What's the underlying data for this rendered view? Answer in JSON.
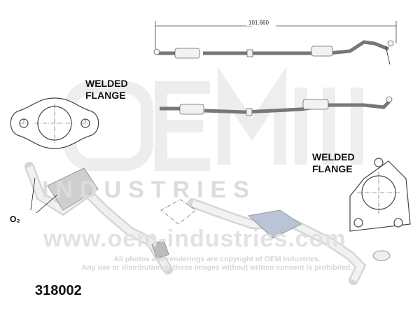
{
  "dimension": "101.660",
  "flange_left_label": [
    "WELDED",
    "FLANGE"
  ],
  "flange_right_label": [
    "WELDED",
    "FLANGE"
  ],
  "o2_label": "O₂",
  "part_number": "318002",
  "watermark": {
    "logo": "OEM INDUSTRIES",
    "url": "www.oem-industries.com",
    "copyright_line1": "All photos and renderings are copyright of OEM Industries.",
    "copyright_line2": "Any use or distribution of these images without written consent is prohibited."
  },
  "colors": {
    "line": "#555555",
    "pipe": "#e4e4e4",
    "cat": "#b8c4d4",
    "watermark": "#e0e0e0"
  }
}
